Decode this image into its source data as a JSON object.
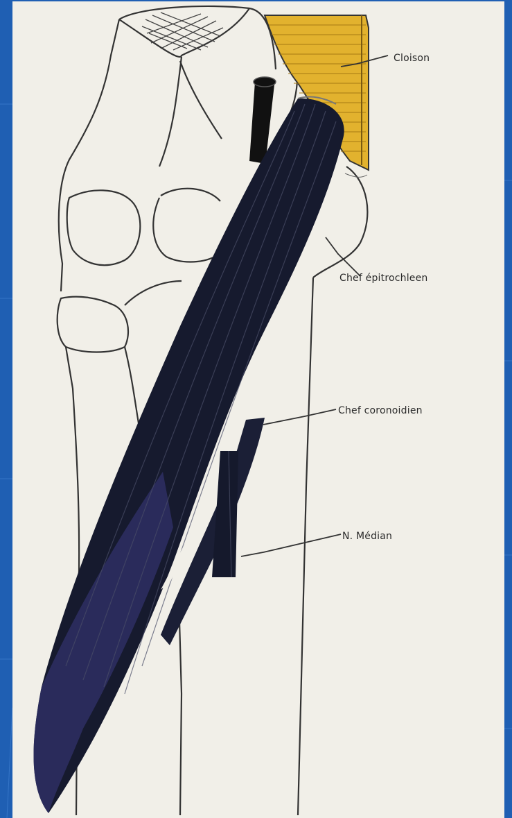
{
  "colors": {
    "background": "#1f5fb3",
    "paper": "#f1efe8",
    "muscle": "#161a2e",
    "muscle_light": "#2e2f63",
    "septum": "#e2b22e",
    "line": "#333333"
  },
  "labels": {
    "cloison": "Cloison",
    "chef_epitrochleen": "Chef épitrochleen",
    "chef_coronoidien": "Chef coronoidien",
    "n_median": "N. Médian"
  }
}
